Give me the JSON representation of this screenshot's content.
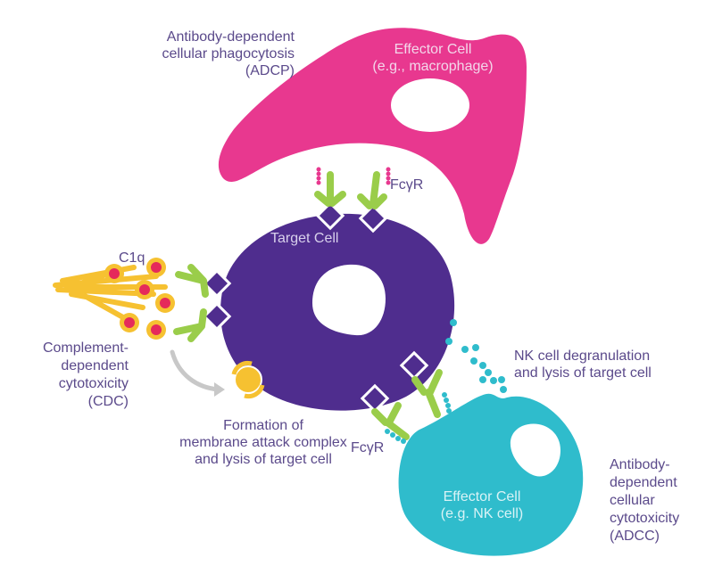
{
  "colors": {
    "label_text": "#5b4a8b",
    "macrophage": "#e8388f",
    "target_cell": "#4f2d8e",
    "nk_cell": "#2fbccc",
    "antibody": "#9acd4a",
    "c1q": "#f6c131",
    "c1q_head": "#e52a5b",
    "arrow": "#c8c8c8"
  },
  "labels": {
    "adcp": "Antibody-dependent\ncellular phagocytosis\n(ADCP)",
    "macrophage_cell": "Effector Cell\n(e.g., macrophage)",
    "fcgr_top": "FcγR",
    "target_cell": "Target Cell",
    "c1q": "C1q",
    "cdc": "Complement-\ndependent\ncytotoxicity\n(CDC)",
    "mac_formation": "Formation of\nmembrane attack complex\nand lysis of target cell",
    "fcgr_bottom": "FcγR",
    "nk_degranulation": "NK cell degranulation\nand lysis of target cell",
    "nk_cell": "Effector Cell\n(e.g. NK cell)",
    "adcc": "Antibody-\ndependent\ncellular\ncytotoxicity\n(ADCC)"
  }
}
